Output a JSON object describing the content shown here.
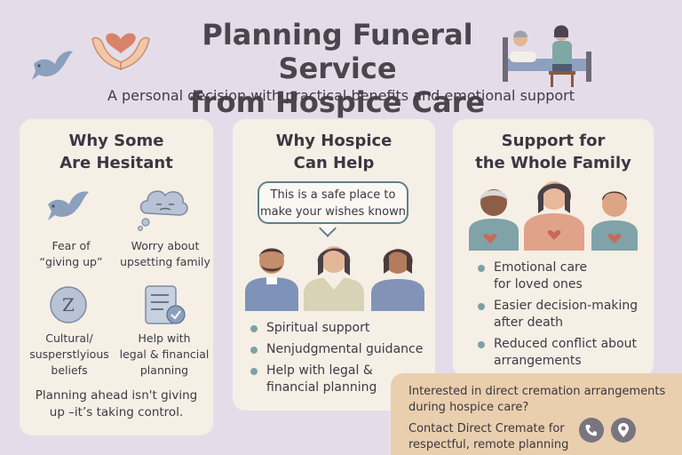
{
  "header": {
    "title_line1": "Planning Funeral Service",
    "title_line2": "from Hospice Care",
    "subtitle": "A personal decision with practical benefits and emotional support"
  },
  "hesitant": {
    "title_line1": "Why Some",
    "title_line2": "Are Hesitant",
    "items": [
      {
        "line1": "Fear of",
        "line2": "“giving up”",
        "icon": "dove-icon"
      },
      {
        "line1": "Worry about",
        "line2": "upsetting family",
        "icon": "worry-cloud-icon"
      },
      {
        "line1": "Cultural/",
        "line2": "susperstlyious",
        "line3": "beliefs",
        "icon": "cultural-symbol-icon"
      },
      {
        "line1": "Help with",
        "line2": "legal & financial",
        "line3": "planning",
        "icon": "checklist-icon"
      }
    ],
    "footer_line1": "Planning ahead isn't giving",
    "footer_line2": "up –it’s taking control."
  },
  "hospice": {
    "title_line1": "Why Hospice",
    "title_line2": "Can Help",
    "bubble_line1": "This is a safe place to",
    "bubble_line2": "make your wishes known",
    "bullets": [
      {
        "line1": "Spiritual support"
      },
      {
        "line1": "Nenjudgmental guidance"
      },
      {
        "line1": "Help with legal &",
        "line2": "financial planning"
      }
    ]
  },
  "family": {
    "title_line1": "Support for",
    "title_line2": "the Whole Family",
    "bullets": [
      {
        "line1": "Emotional care",
        "line2": "for loved ones"
      },
      {
        "line1": "Easier decision-making",
        "line2": "after death"
      },
      {
        "line1": "Reduced conflict about",
        "line2": "arrangements"
      }
    ]
  },
  "cta": {
    "line1": "Interested in direct cremation arrangements",
    "line2": "during hospice care?",
    "line3": "Contact Direct Cremate for",
    "line4": "respectful, remote planning assistance."
  },
  "colors": {
    "background": "#e4dde9",
    "card": "#f6efe6",
    "cta": "#e9cfae",
    "bullet": "#7ea1a6",
    "icon": "#8aa0bd"
  }
}
